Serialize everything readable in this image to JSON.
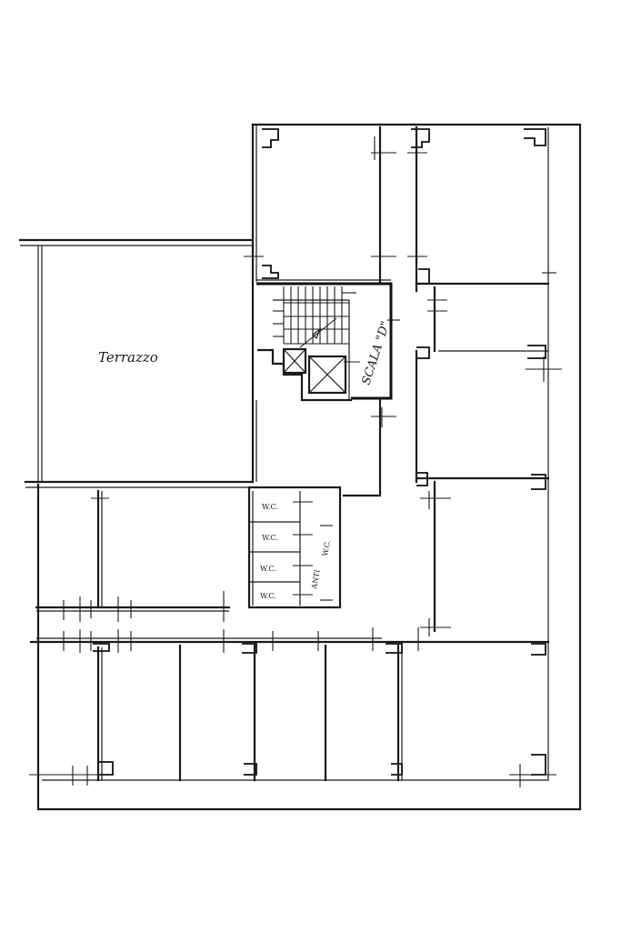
{
  "labels": {
    "terrazzo": "Terrazzo",
    "scala": "SCALA \"D\"",
    "wc_1": "W.C.",
    "wc_2": "W.C.",
    "wc_3": "W.C.",
    "wc_4": "W.C.",
    "antiwc_anti": "ANTI",
    "antiwc_wc": "W.C."
  },
  "colors": {
    "ink": "#1a1a1a",
    "paper": "#ffffff"
  }
}
